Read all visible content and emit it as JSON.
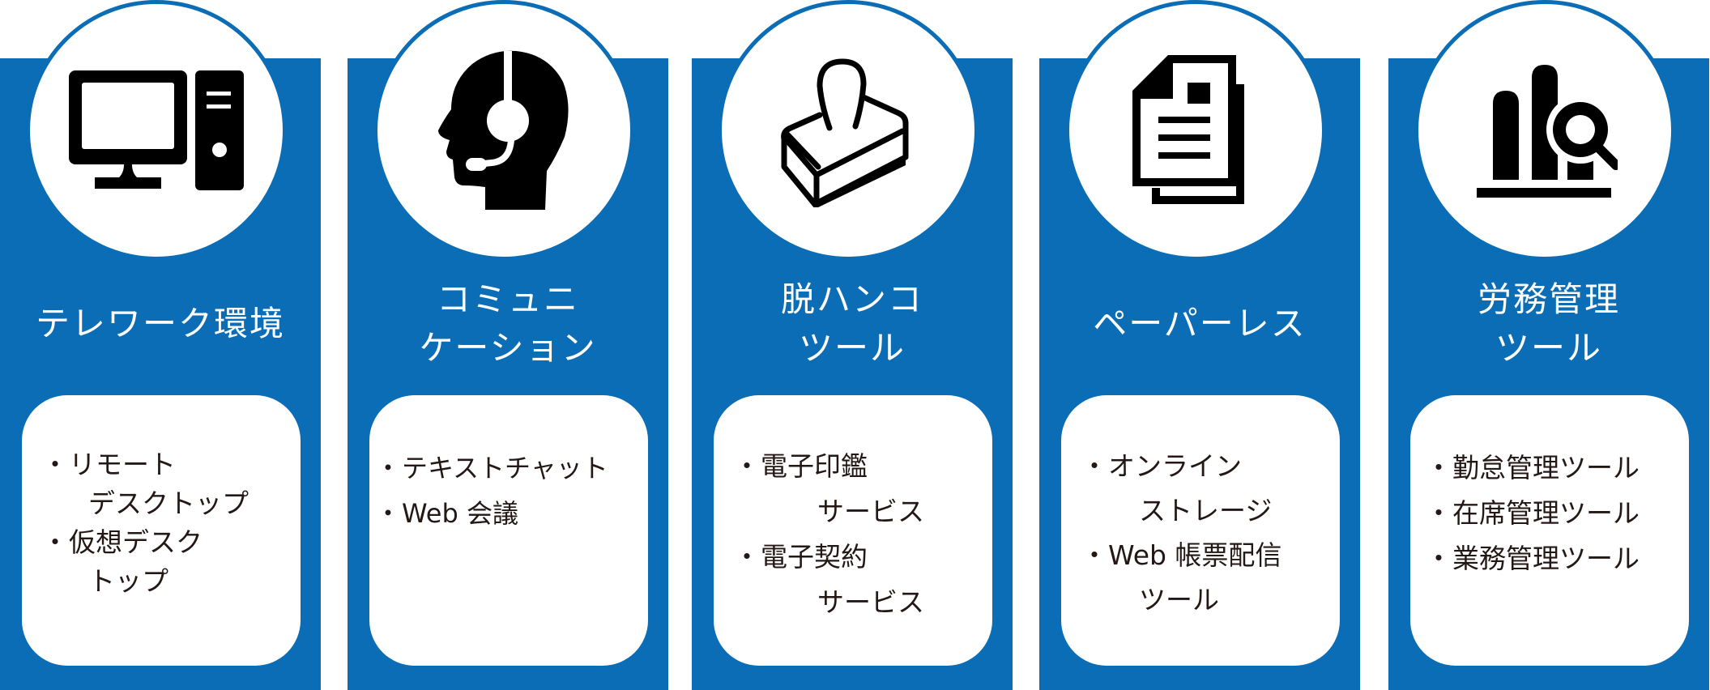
{
  "colors": {
    "panel_blue": "#0a6db6",
    "text_dark": "#231815",
    "title_text": "#ffffff"
  },
  "panels": [
    {
      "icon": "desktop-computer-icon",
      "title_lines": [
        "テレワーク環境"
      ],
      "items": [
        {
          "bullet": "・",
          "lines": [
            "リモート",
            "デスクトップ"
          ]
        },
        {
          "bullet": "・",
          "lines": [
            "仮想デスク",
            "トップ"
          ]
        }
      ]
    },
    {
      "icon": "headset-operator-icon",
      "title_lines": [
        "コミュニ",
        "ケーション"
      ],
      "items": [
        {
          "bullet": "・",
          "lines": [
            "テキストチャット"
          ]
        },
        {
          "bullet": "・",
          "lines": [
            "Web 会議"
          ]
        }
      ]
    },
    {
      "icon": "hanko-stamp-icon",
      "title_lines": [
        "脱ハンコ",
        "ツール"
      ],
      "items": [
        {
          "bullet": "・",
          "lines": [
            "電子印鑑",
            "サービス"
          ]
        },
        {
          "bullet": "・",
          "lines": [
            "電子契約",
            "サービス"
          ]
        }
      ]
    },
    {
      "icon": "documents-icon",
      "title_lines": [
        "ペーパーレス"
      ],
      "items": [
        {
          "bullet": "・",
          "lines": [
            "オンライン",
            "ストレージ"
          ]
        },
        {
          "bullet": "・",
          "lines": [
            "Web 帳票配信",
            "ツール"
          ]
        }
      ]
    },
    {
      "icon": "chart-magnifier-icon",
      "title_lines": [
        "労務管理",
        "ツール"
      ],
      "items": [
        {
          "bullet": "・",
          "lines": [
            "勤怠管理ツール"
          ]
        },
        {
          "bullet": "・",
          "lines": [
            "在席管理ツール"
          ]
        },
        {
          "bullet": "・",
          "lines": [
            "業務管理ツール"
          ]
        }
      ]
    }
  ]
}
